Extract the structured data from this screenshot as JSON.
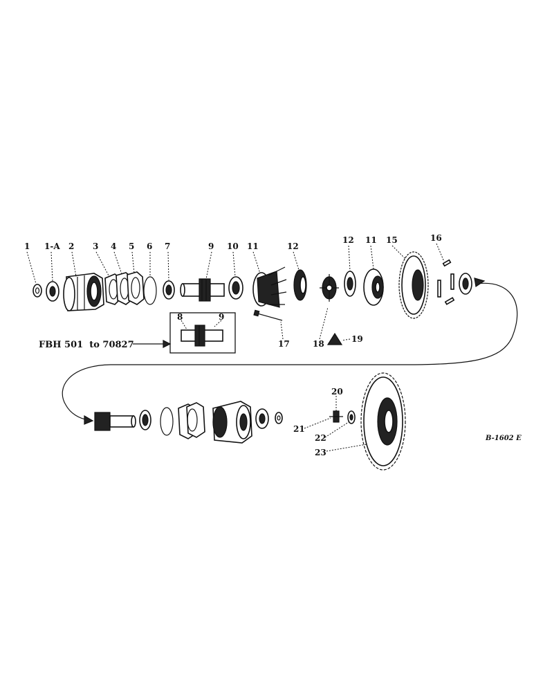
{
  "callouts": {
    "c1": "1",
    "c1a": "1-A",
    "c2": "2",
    "c3": "3",
    "c4": "4",
    "c5": "5",
    "c6": "6",
    "c7": "7",
    "c9": "9",
    "c10": "10",
    "c11a": "11",
    "c12a": "12",
    "c12b": "12",
    "c11b": "11",
    "c15": "15",
    "c16": "16",
    "c17": "17",
    "c18": "18",
    "c19": "19",
    "c8box": "8",
    "c9box": "9",
    "c20": "20",
    "c21": "21",
    "c22": "22",
    "c23": "23"
  },
  "serial_label": "FBH 501  to 70827",
  "drawing_code": "B-1602 E"
}
